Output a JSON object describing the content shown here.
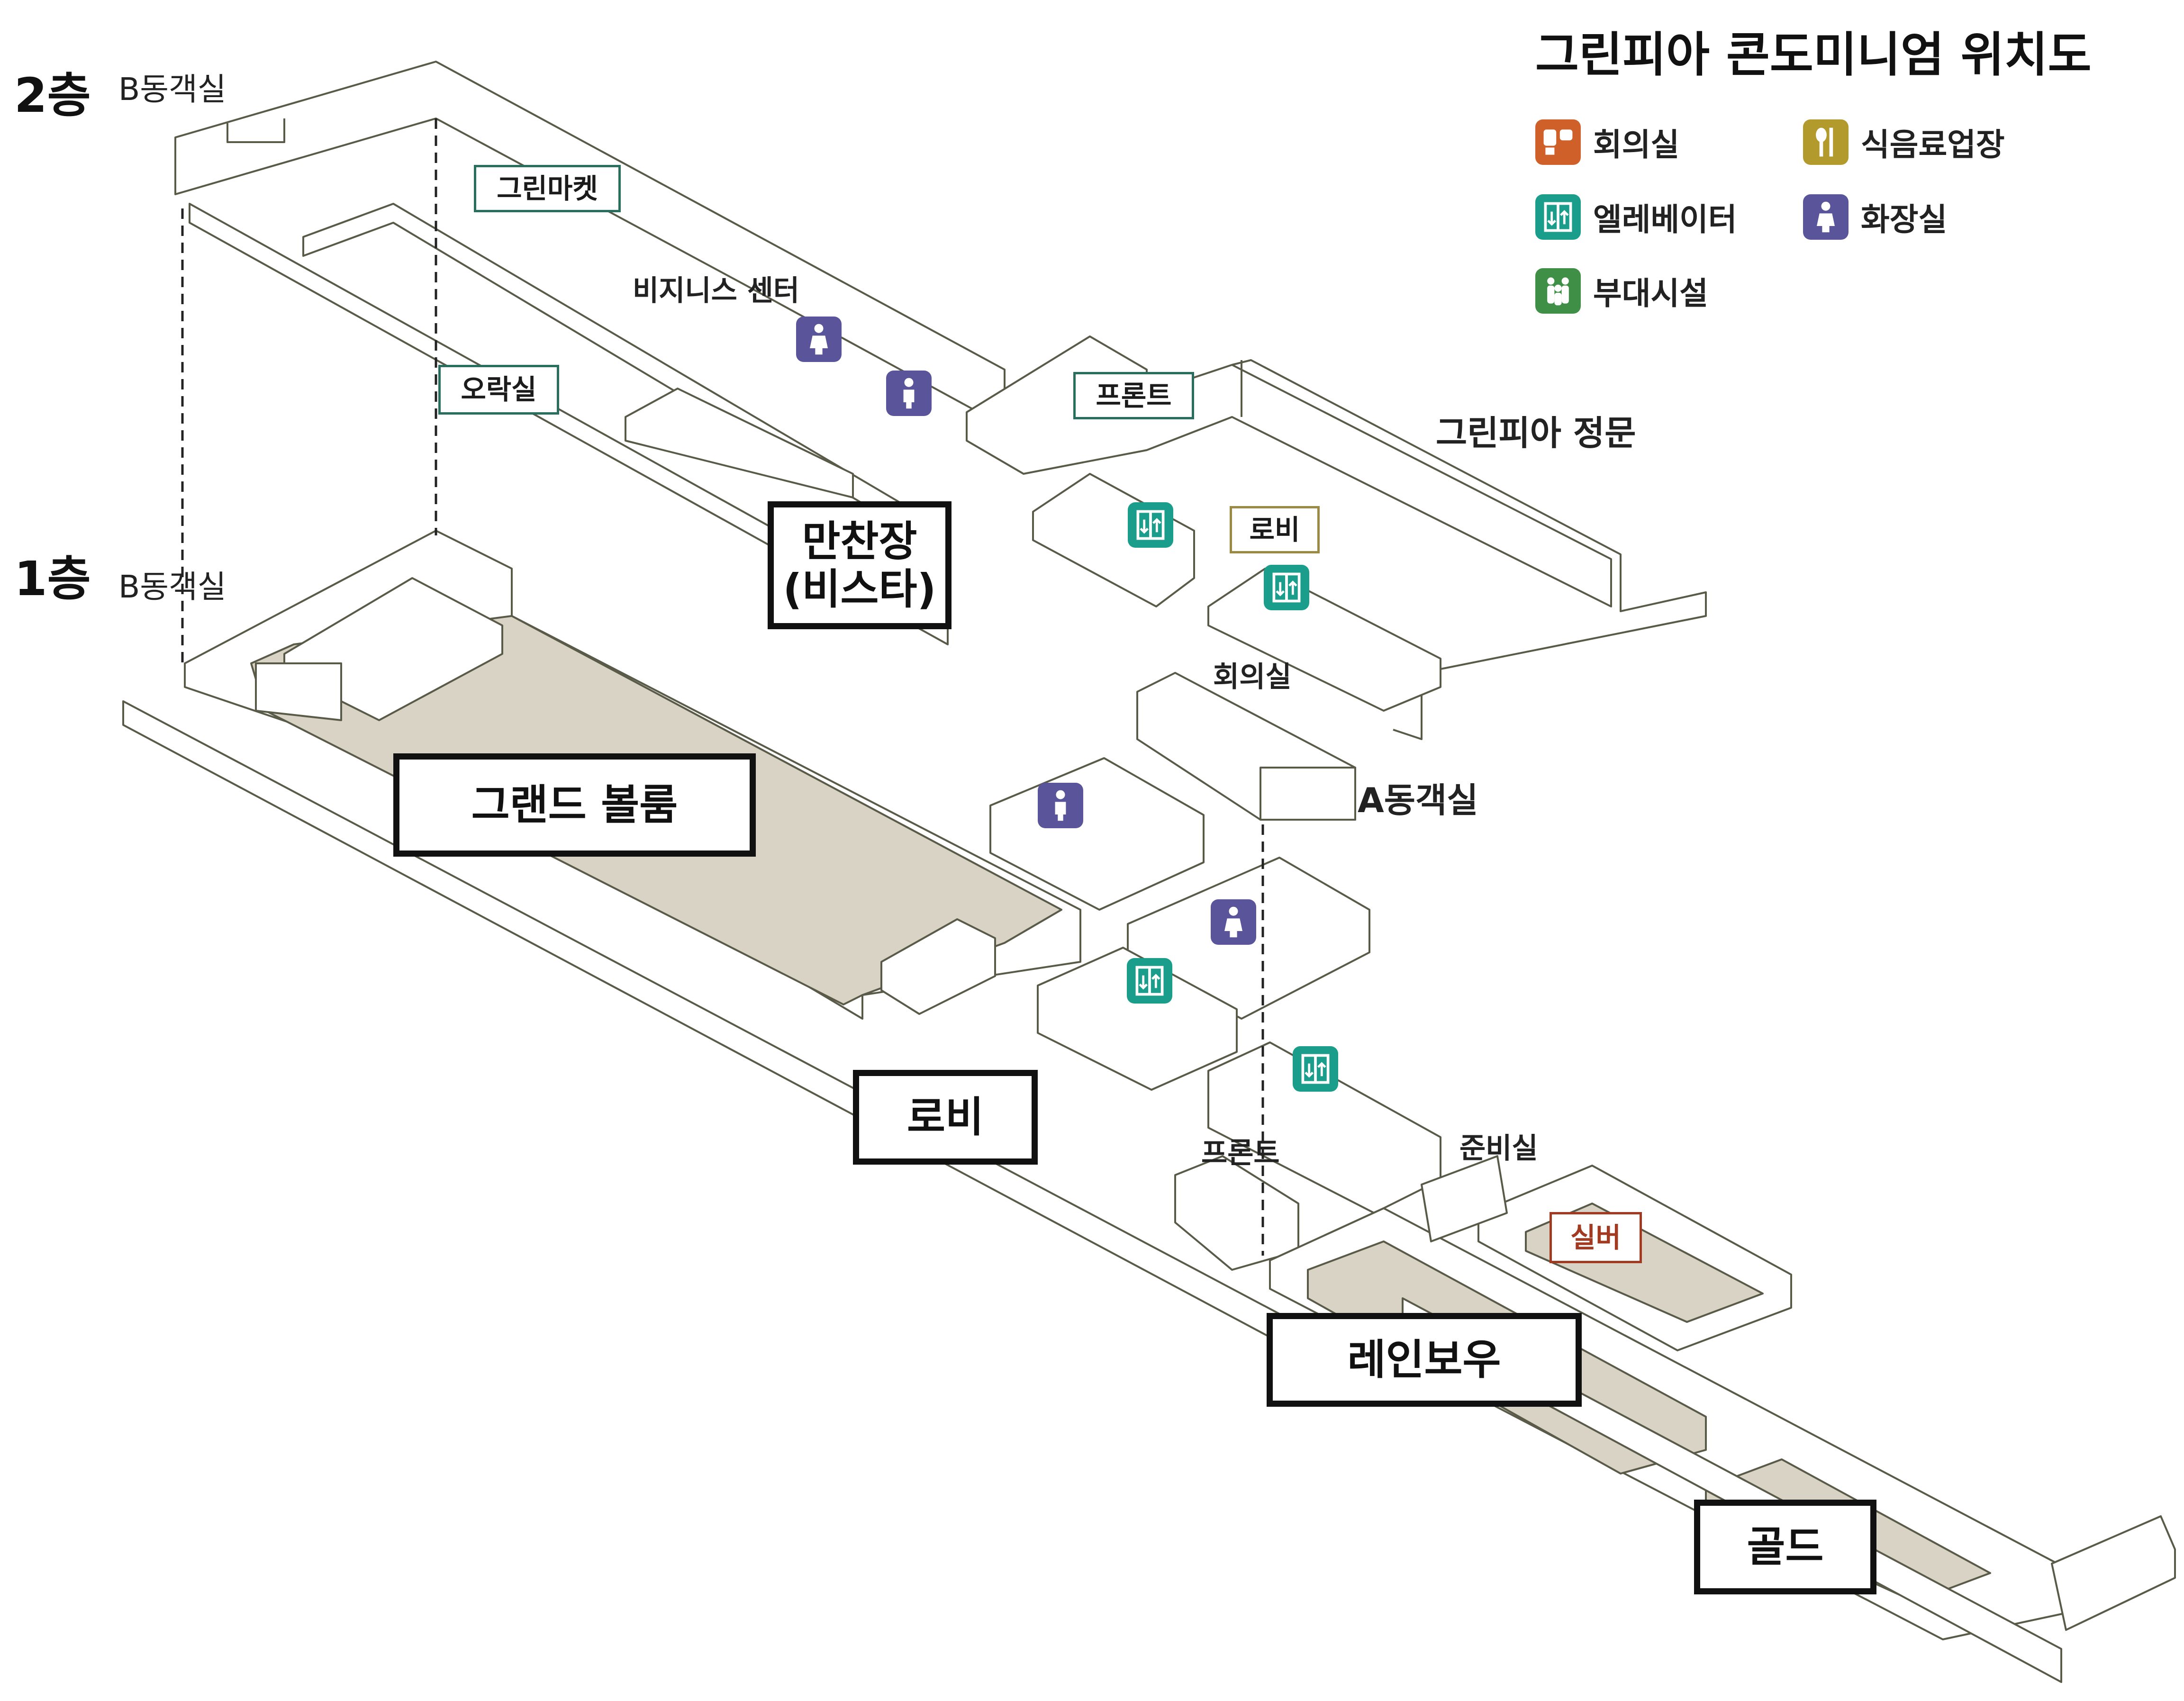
{
  "title": "그린피아 콘도미니엄 위치도",
  "legend": [
    {
      "label": "회의실",
      "icon": "meeting-room-icon",
      "color": "#d0602a"
    },
    {
      "label": "식음료업장",
      "icon": "food-beverage-icon",
      "color": "#b39a2c"
    },
    {
      "label": "엘레베이터",
      "icon": "elevator-icon",
      "color": "#1a9e8b"
    },
    {
      "label": "화장실",
      "icon": "restroom-icon",
      "color": "#5a559b"
    },
    {
      "label": "부대시설",
      "icon": "amenity-icon",
      "color": "#3f8f47"
    }
  ],
  "floors": {
    "second": {
      "label": "2층",
      "building": "B동객실"
    },
    "first": {
      "label": "1층",
      "building": "B동객실"
    }
  },
  "upper_labels": {
    "green_market": "그린마켓",
    "business_center": "비지니스 센터",
    "game_room": "오락실",
    "front": "프론트",
    "main_gate": "그린피아 정문",
    "lobby": "로비",
    "meeting_room": "회의실",
    "a_building": "A동객실"
  },
  "venues": {
    "manchanjang_line1": "만찬장",
    "manchanjang_line2": "(비스타)",
    "grand_ballroom": "그랜드 볼룸",
    "lobby": "로비",
    "rainbow": "레인보우",
    "gold": "골드"
  },
  "lower_labels": {
    "front": "프론트",
    "prep_room": "준비실",
    "silver": "실버"
  },
  "colors": {
    "wall": "#5a5a48",
    "floor_fill": "#d8d3c4",
    "white": "#ffffff"
  }
}
